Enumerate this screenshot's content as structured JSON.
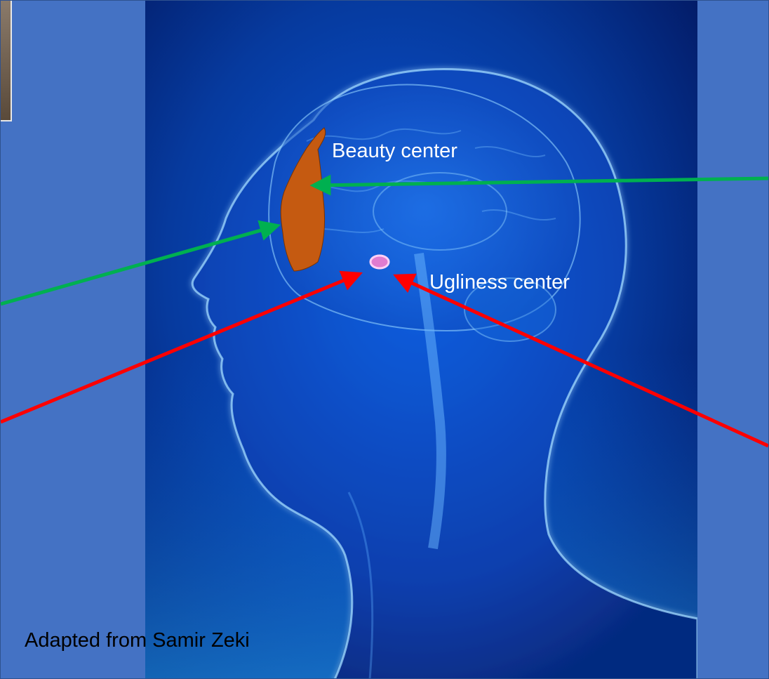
{
  "labels": {
    "beauty": "Beauty center",
    "ugliness": "Ugliness center",
    "credit": "Adapted from Samir Zeki"
  },
  "colors": {
    "slide_background": "#4472c4",
    "beauty_region": "#c55a11",
    "ugliness_region": "#e07bd0",
    "beauty_arrows": "#00b050",
    "ugliness_arrows": "#ff0000",
    "label_text": "#ffffff",
    "credit_text": "#000000"
  }
}
